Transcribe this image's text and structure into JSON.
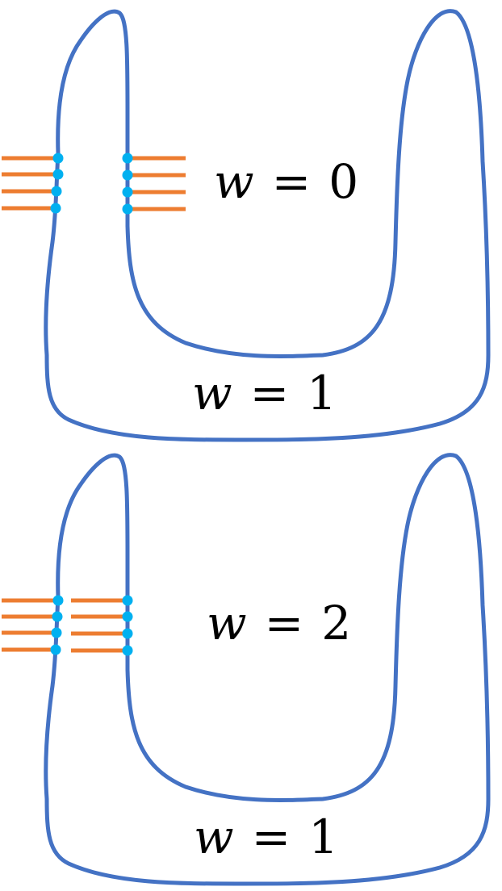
{
  "colors": {
    "curve": "#4472C4",
    "strand": "#ED7D31",
    "dot": "#00B0F0"
  },
  "panels": [
    {
      "label_upper": {
        "variable": "w",
        "equals": "=",
        "value": "0"
      },
      "label_lower": {
        "variable": "w",
        "equals": "=",
        "value": "1"
      }
    },
    {
      "label_upper": {
        "variable": "w",
        "equals": "=",
        "value": "2"
      },
      "label_lower": {
        "variable": "w",
        "equals": "=",
        "value": "1"
      }
    }
  ]
}
